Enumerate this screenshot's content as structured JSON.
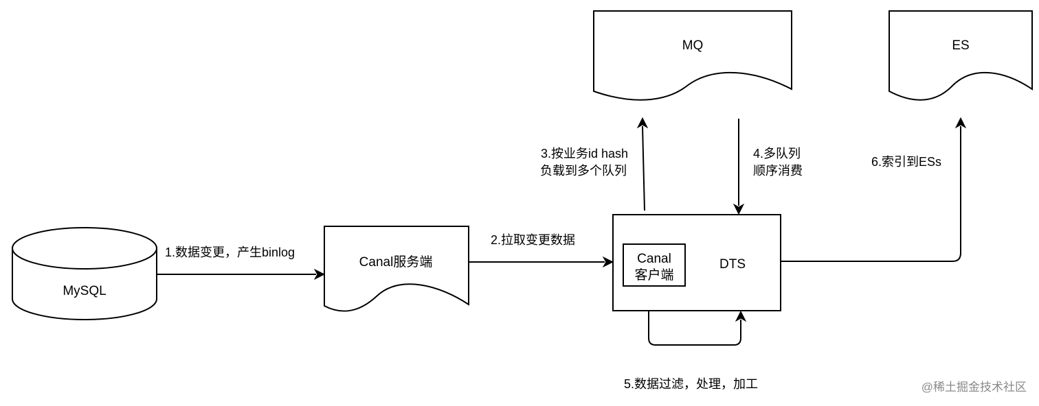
{
  "nodes": {
    "mysql": "MySQL",
    "canal_server": "Canal服务端",
    "dts": "DTS",
    "canal_client_line1": "Canal",
    "canal_client_line2": "客户端",
    "mq": "MQ",
    "es": "ES"
  },
  "edges": {
    "step1": "1.数据变更，产生binlog",
    "step2": "2.拉取变更数据",
    "step3_line1": "3.按业务id hash",
    "step3_line2": "负载到多个队列",
    "step4_line1": "4.多队列",
    "step4_line2": "顺序消费",
    "step5": "5.数据过滤，处理，加工",
    "step6": "6.索引到ESs"
  },
  "watermark": "@稀土掘金技术社区"
}
